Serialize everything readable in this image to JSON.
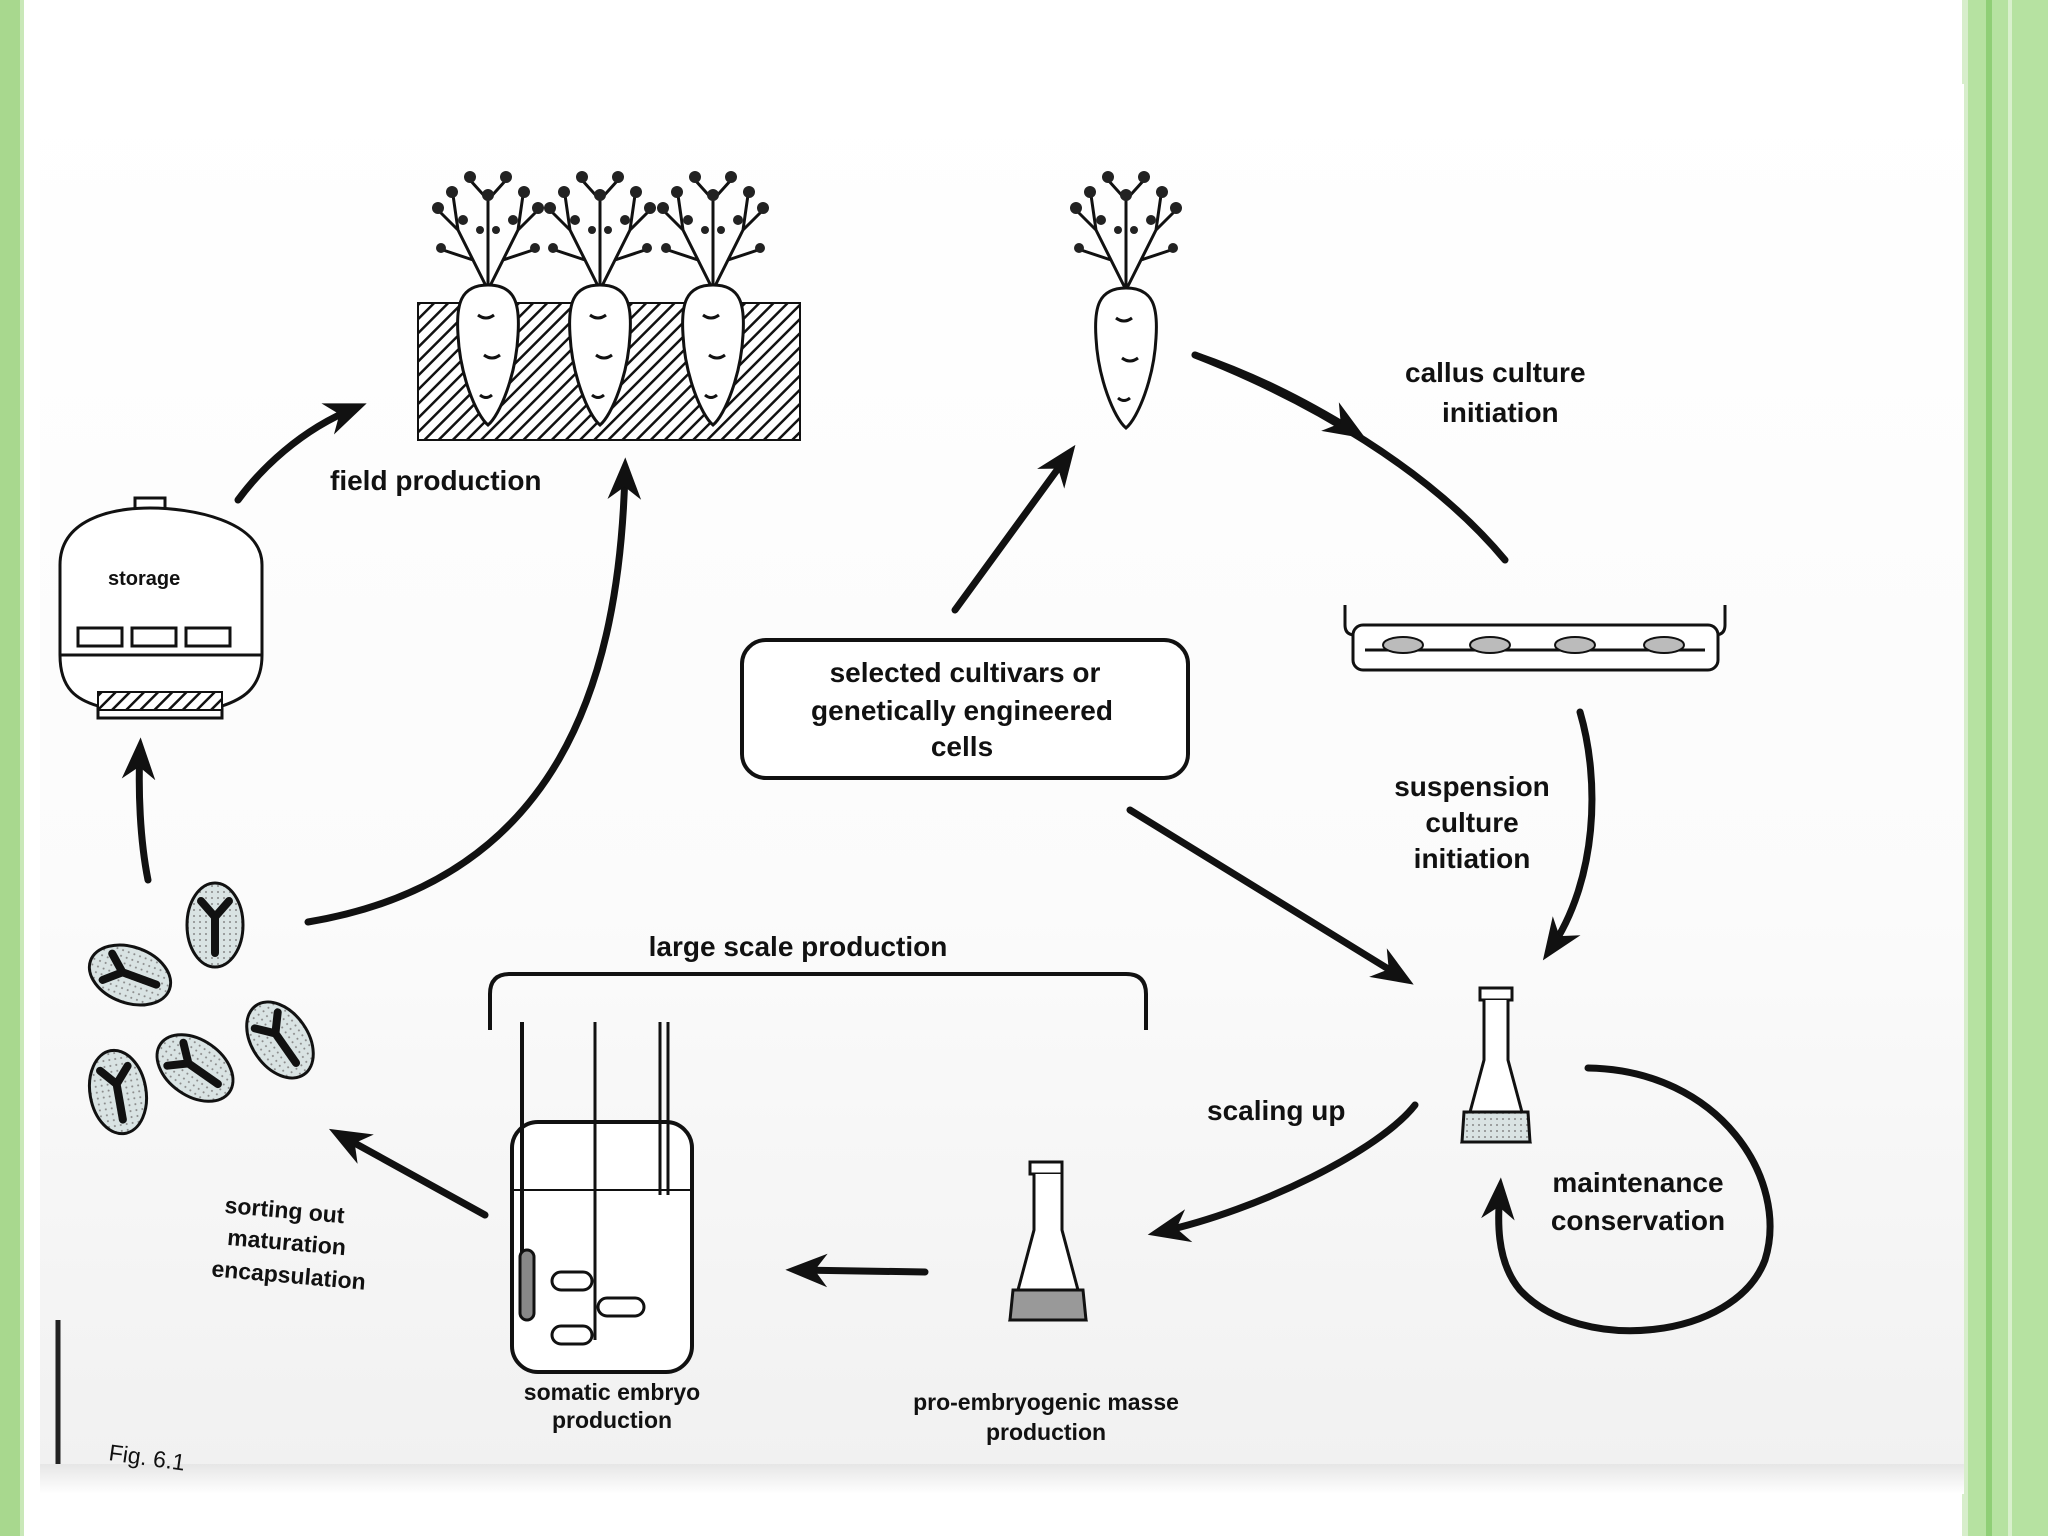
{
  "colors": {
    "frame_green": "#a8d88e",
    "ink": "#111111"
  },
  "labels": {
    "field_production": "field production",
    "storage": "storage",
    "callus_1": "callus culture",
    "callus_2": "initiation",
    "selected_1": "selected cultivars or",
    "selected_2": "genetically engineered",
    "selected_3": "cells",
    "suspension_1": "suspension",
    "suspension_2": "culture",
    "suspension_3": "initiation",
    "large_scale": "large scale production",
    "scaling_up": "scaling up",
    "maintenance_1": "maintenance",
    "maintenance_2": "conservation",
    "sorting_1": "sorting out",
    "sorting_2": "maturation",
    "sorting_3": "encapsulation",
    "somatic_1": "somatic embryo",
    "somatic_2": "production",
    "pro_1": "pro-embryogenic masse",
    "pro_2": "production",
    "fig": "Fig. 6.1"
  },
  "icons": {
    "carrot": "carrot-icon",
    "storage": "storage-tank-icon",
    "petri": "petri-dish-icon",
    "flask": "erlenmeyer-flask-icon",
    "bioreactor": "bioreactor-icon",
    "embryo_capsule": "encapsulated-embryo-icon"
  }
}
